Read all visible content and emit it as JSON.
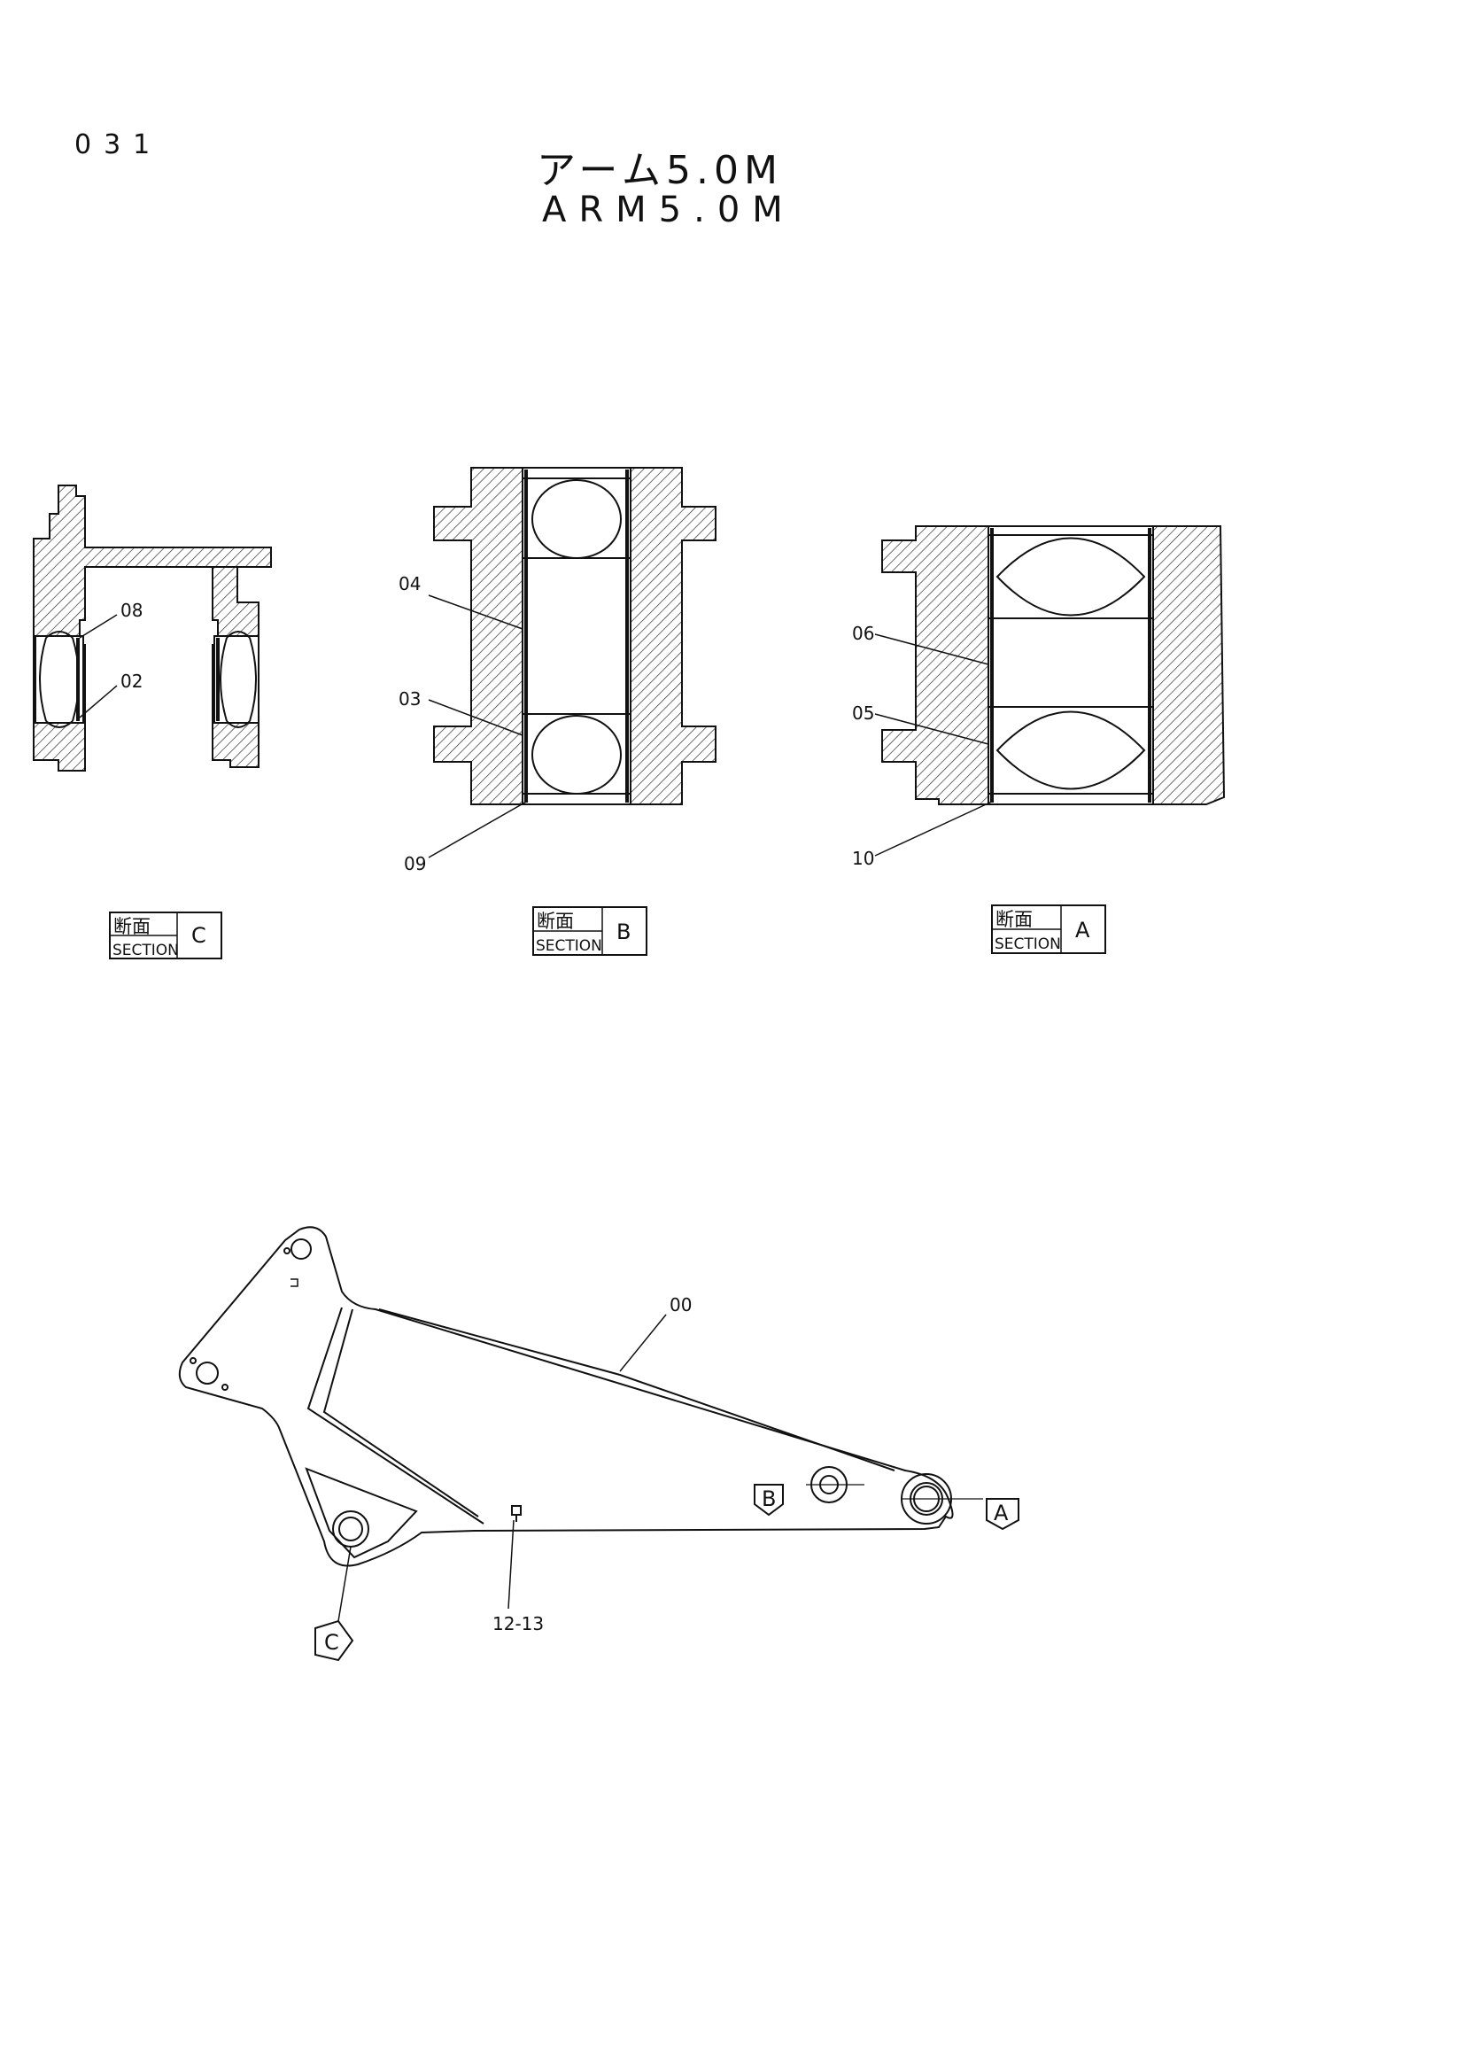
{
  "page_number": "031",
  "title": {
    "japanese": "アーム5.0M",
    "english": "ARM5.0M"
  },
  "sections": [
    {
      "id": "C",
      "label_jp": "断面",
      "label_en": "SECTION",
      "letter": "C"
    },
    {
      "id": "B",
      "label_jp": "断面",
      "label_en": "SECTION",
      "letter": "B"
    },
    {
      "id": "A",
      "label_jp": "断面",
      "label_en": "SECTION",
      "letter": "A"
    }
  ],
  "parts": {
    "p00": "00",
    "p02": "02",
    "p03": "03",
    "p04": "04",
    "p05": "05",
    "p06": "06",
    "p08": "08",
    "p09": "09",
    "p10": "10",
    "p12_13": "12-13"
  },
  "view_markers": {
    "a": "A",
    "b": "B",
    "c": "C"
  }
}
